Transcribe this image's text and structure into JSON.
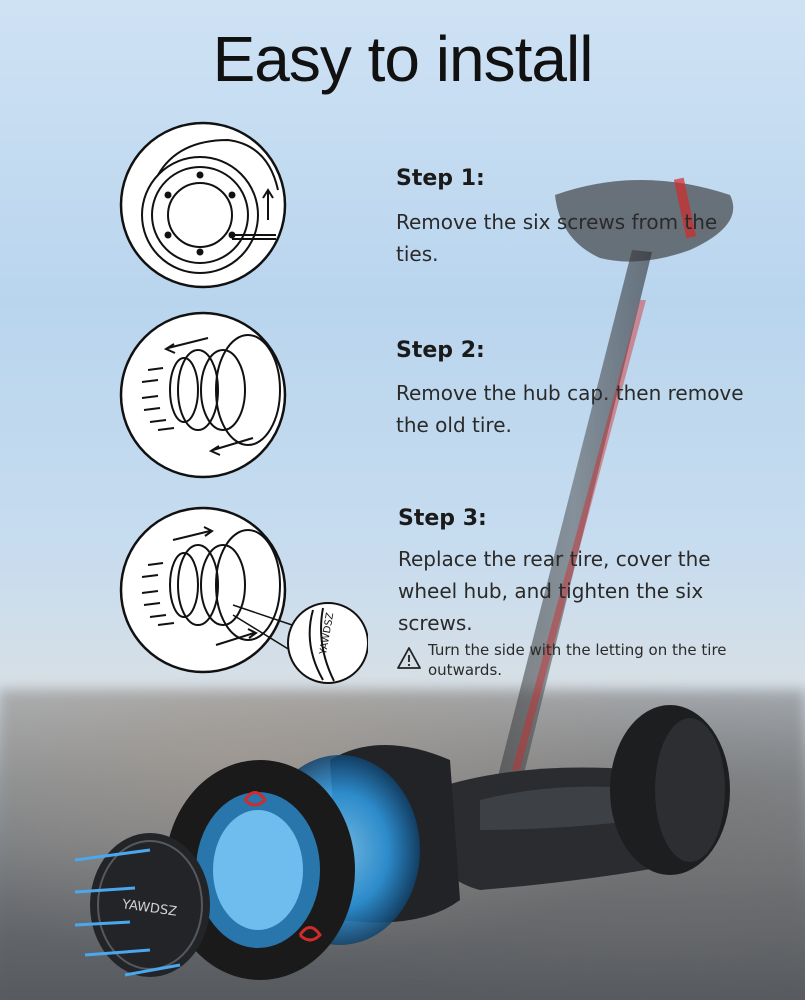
{
  "title": "Easy to install",
  "steps": [
    {
      "title": "Step 1:",
      "text": "Remove the six screws from the ties."
    },
    {
      "title": "Step 2:",
      "text": "Remove the hub cap. then remove the old tire."
    },
    {
      "title": "Step 3:",
      "text": "Replace the rear tire, cover the wheel hub, and tighten the six screws."
    }
  ],
  "warning": {
    "icon": "warning-triangle-icon",
    "text": "Turn the side with the letting on the tire outwards."
  },
  "brand_text": "YAWDSZ",
  "colors": {
    "accent": "#d12b2b",
    "glow": "#2f9ee8",
    "ink": "#111111"
  }
}
